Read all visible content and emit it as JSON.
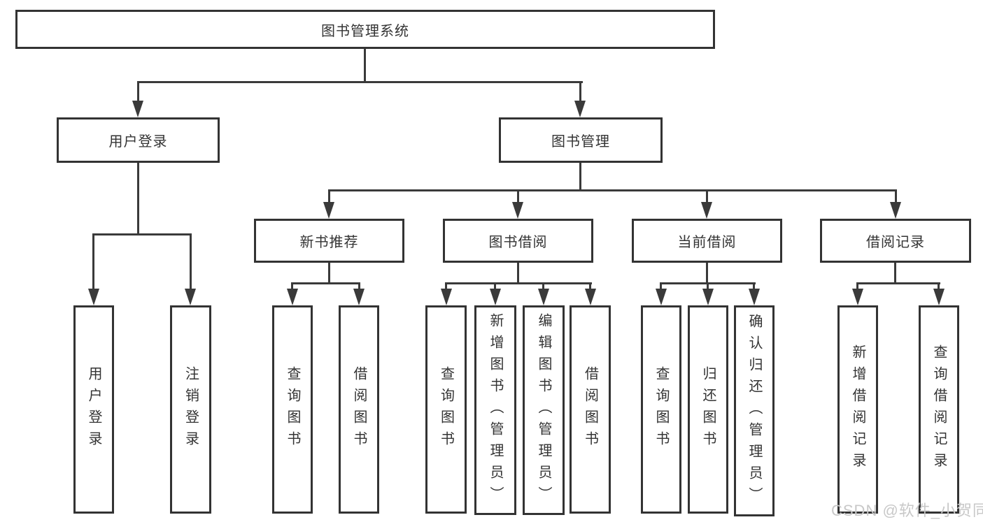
{
  "diagram": {
    "root": "图书管理系统",
    "branches": [
      {
        "label": "用户登录",
        "leaves": [
          "用户登录",
          "注销登录"
        ]
      },
      {
        "label": "图书管理",
        "groups": [
          {
            "label": "新书推荐",
            "leaves": [
              "查询图书",
              "借阅图书"
            ]
          },
          {
            "label": "图书借阅",
            "leaves": [
              "查询图书",
              "新增图书（管理员）",
              "编辑图书（管理员）",
              "借阅图书"
            ]
          },
          {
            "label": "当前借阅",
            "leaves": [
              "查询图书",
              "归还图书",
              "确认归还（管理员）"
            ]
          },
          {
            "label": "借阅记录",
            "leaves": [
              "新增借阅记录",
              "查询借阅记录"
            ]
          }
        ]
      }
    ]
  },
  "watermark": "CSDN @软件_小贺同学",
  "colors": {
    "line": "#3a3a3a",
    "box_border": "#333333",
    "text": "#333333",
    "watermark": "#c8c8c8",
    "background": "#ffffff"
  }
}
